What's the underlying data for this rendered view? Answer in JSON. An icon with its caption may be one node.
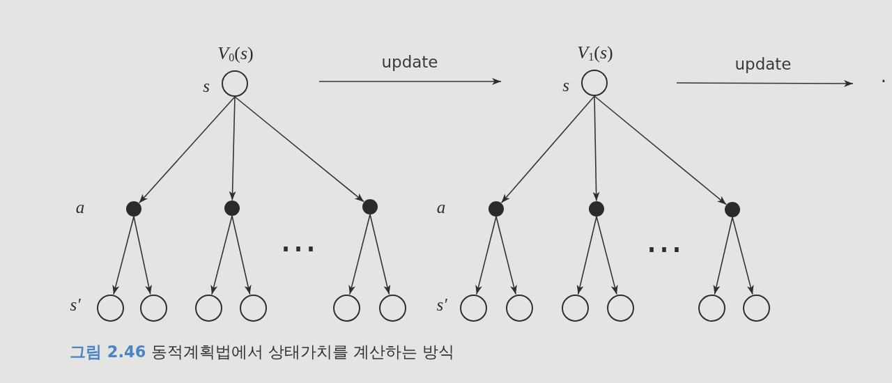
{
  "diagram": {
    "caption": "**그림 2.46** 동적계획법에서 상태가치를 계산하는 방식",
    "nodes": [
      {
        "text": [],
        "shape": "circle",
        "beside": [
          "*V*$_{0}$(*s*)",
          "s"
        ]
      },
      {
        "text": [],
        "shape": "circle",
        "beside": [
          "*V*$_{1}$(*s*)",
          "s"
        ]
      },
      {
        "text": [],
        "shape": "dot"
      },
      {
        "text": [],
        "shape": "dot"
      },
      {
        "text": [],
        "shape": "dot"
      },
      {
        "text": [],
        "shape": "dot"
      },
      {
        "text": [],
        "shape": "dot"
      },
      {
        "text": [],
        "shape": "dot"
      },
      {
        "text": [],
        "shape": "circle"
      },
      {
        "text": [],
        "shape": "circle"
      },
      {
        "text": [],
        "shape": "circle"
      },
      {
        "text": [],
        "shape": "circle"
      },
      {
        "text": [],
        "shape": "circle"
      },
      {
        "text": [],
        "shape": "circle"
      },
      {
        "text": [],
        "shape": "circle"
      },
      {
        "text": [],
        "shape": "circle"
      },
      {
        "text": [],
        "shape": "circle"
      },
      {
        "text": [],
        "shape": "circle"
      },
      {
        "text": [],
        "shape": "circle"
      },
      {
        "text": [],
        "shape": "circle"
      }
    ],
    "edges": [
      {
        "from": 0,
        "to": 2,
        "arrow": "to"
      },
      {
        "from": 0,
        "to": 3,
        "arrow": "to"
      },
      {
        "from": 0,
        "to": 4,
        "arrow": "to"
      },
      {
        "from": 1,
        "to": 5,
        "arrow": "to"
      },
      {
        "from": 1,
        "to": 6,
        "arrow": "to"
      },
      {
        "from": 1,
        "to": 7,
        "arrow": "to"
      },
      {
        "from": 2,
        "to": 8,
        "arrow": "to"
      },
      {
        "from": 2,
        "to": 9,
        "arrow": "to"
      },
      {
        "from": 3,
        "to": 10,
        "arrow": "to"
      },
      {
        "from": 3,
        "to": 11,
        "arrow": "to"
      },
      {
        "from": 4,
        "to": 12,
        "arrow": "to"
      },
      {
        "from": 4,
        "to": 13,
        "arrow": "to"
      },
      {
        "from": 5,
        "to": 14,
        "arrow": "to"
      },
      {
        "from": 5,
        "to": 15,
        "arrow": "to"
      },
      {
        "from": 6,
        "to": 16,
        "arrow": "to"
      },
      {
        "from": 6,
        "to": 17,
        "arrow": "to"
      },
      {
        "from": 7,
        "to": 18,
        "arrow": "to"
      },
      {
        "from": 7,
        "to": 19,
        "arrow": "to"
      }
    ],
    "labels": [
      "update",
      "update",
      "·",
      "a",
      "a",
      "⋯",
      "⋯",
      "s′",
      "s′"
    ]
  }
}
